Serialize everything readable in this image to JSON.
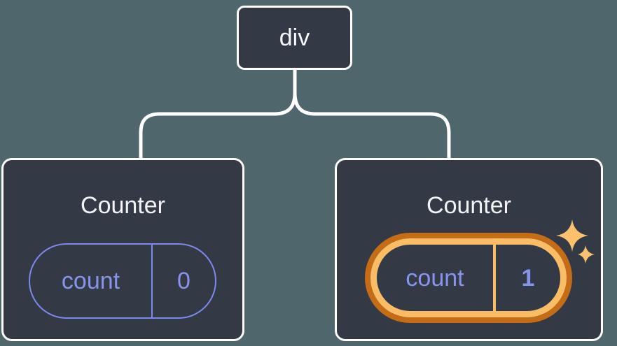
{
  "tree": {
    "root": {
      "label": "div"
    },
    "children": [
      {
        "title": "Counter",
        "state_key": "count",
        "state_value": "0",
        "highlighted": false
      },
      {
        "title": "Counter",
        "state_key": "count",
        "state_value": "1",
        "highlighted": true
      }
    ]
  },
  "icons": {
    "sparkles": "sparkles-icon"
  },
  "colors": {
    "background": "#4f666d",
    "node_fill": "#333a46",
    "node_border": "#ffffff",
    "connector": "#ffffff",
    "title_text": "#f2f3f5",
    "state_accent": "#8894eb",
    "state_border": "#7e89ee",
    "highlight_outer": "#c46c16",
    "highlight_inner": "#fabd66",
    "sparkle": "#fbc16c"
  }
}
